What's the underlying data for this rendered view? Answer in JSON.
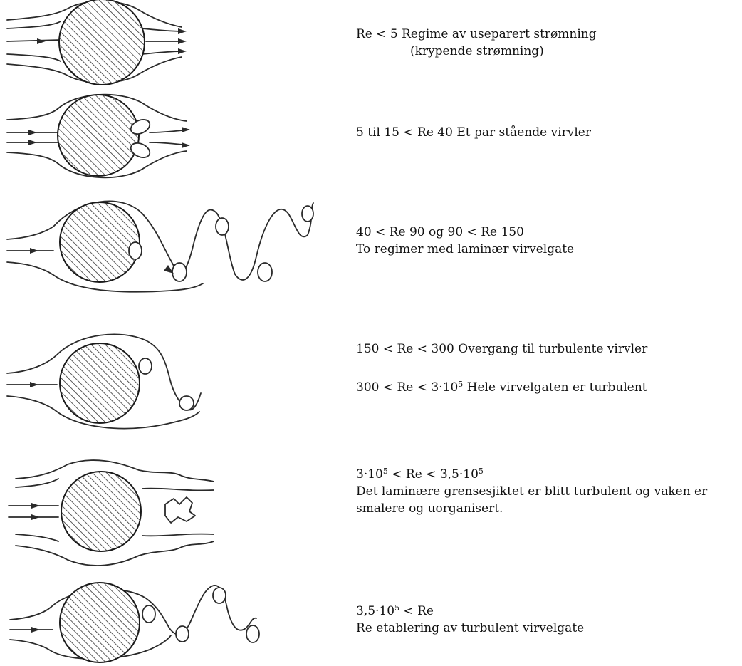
{
  "regimes": [
    {
      "id": "creeping",
      "lines": [
        "Re < 5 Regime av useparert strømning",
        "(krypende strømning)"
      ]
    },
    {
      "id": "standing-vortices",
      "lines": [
        "5 til 15 < Re 40 Et par stående virvler"
      ]
    },
    {
      "id": "laminar-street",
      "lines": [
        "40 < Re 90 og 90 < Re 150",
        "To regimer med laminær virvelgate"
      ]
    },
    {
      "id": "transition",
      "lines": [
        "150 < Re < 300 Overgang til turbulente virvler"
      ],
      "extra": {
        "prefix": "300 < Re < 3·10",
        "exponent": "5",
        "suffix": " Hele virvelgaten er turbulent"
      }
    },
    {
      "id": "turbulent-boundary",
      "first": {
        "a": "3·10",
        "a_exp": "5",
        "mid": " < Re < 3,5·10",
        "b_exp": "5"
      },
      "lines": [
        "Det laminære grensesjiktet er blitt turbulent og vaken er",
        "smalere og uorganisert."
      ]
    },
    {
      "id": "turbulent-street",
      "first": {
        "a": "3,5·10",
        "a_exp": "5",
        "suffix": " < Re"
      },
      "lines": [
        "Re etablering av turbulent virvelgate"
      ]
    }
  ]
}
